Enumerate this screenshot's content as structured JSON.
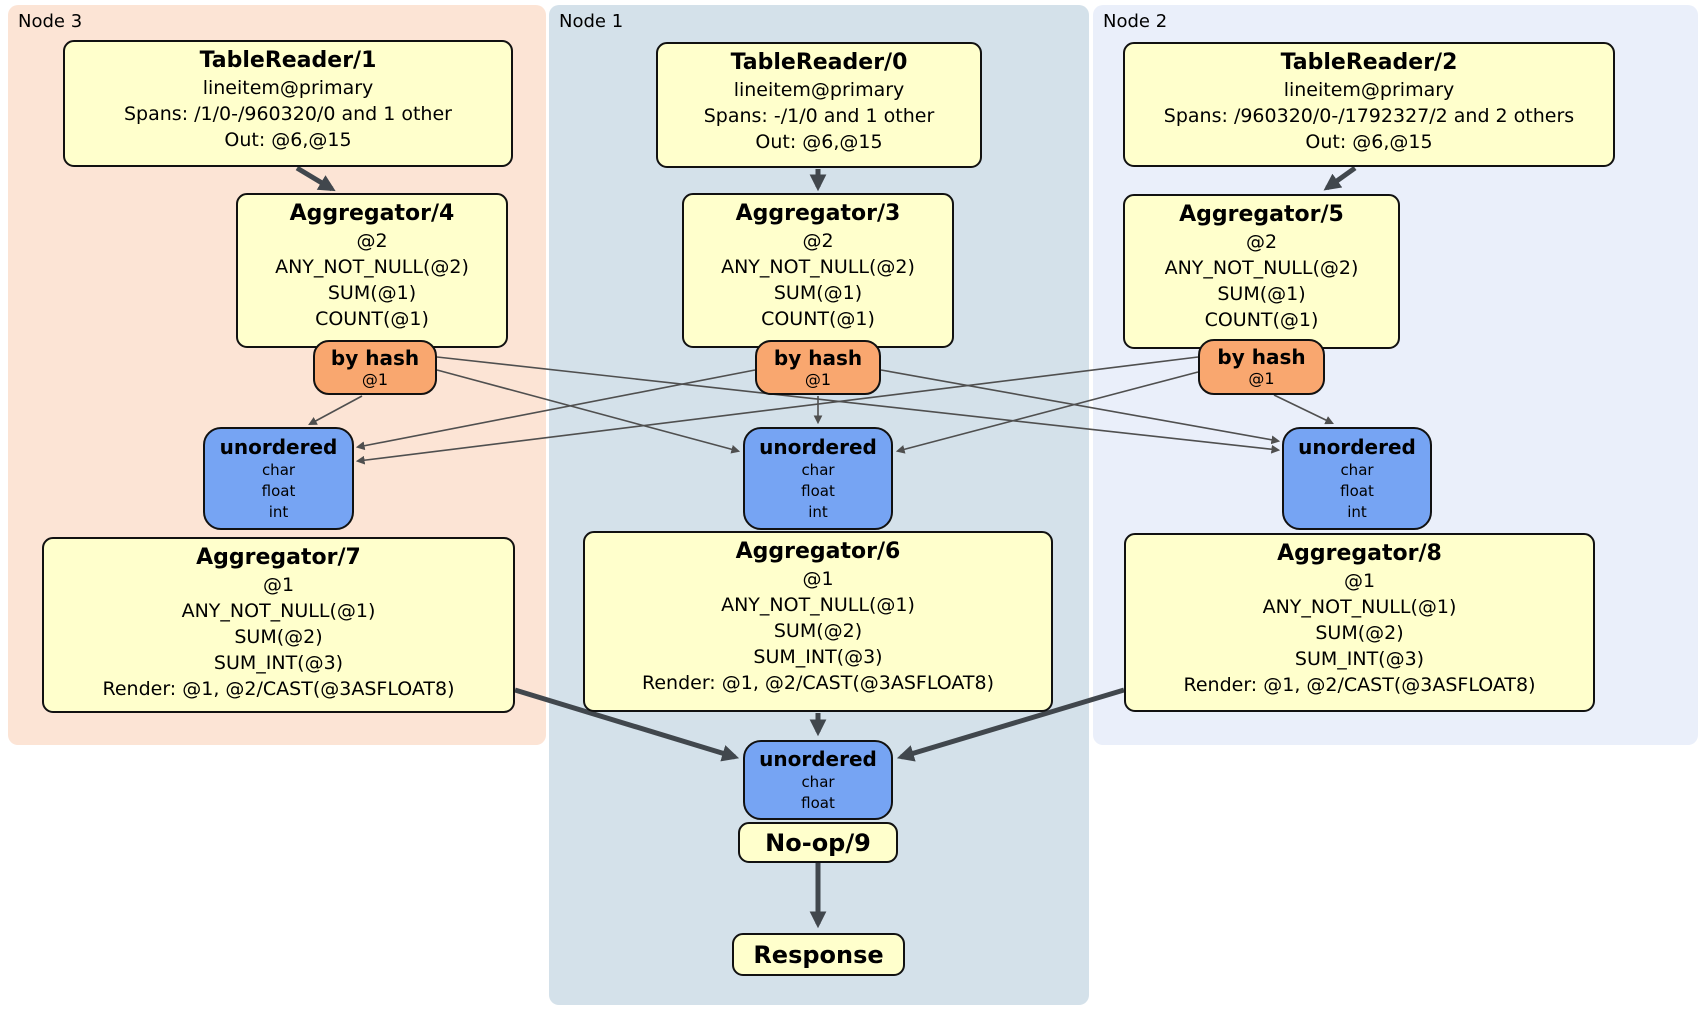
{
  "regions": [
    {
      "label": "Node 3"
    },
    {
      "label": "Node 1"
    },
    {
      "label": "Node 2"
    }
  ],
  "boxes": {
    "tr1": {
      "title": "TableReader/1",
      "lines": [
        "lineitem@primary",
        "Spans: /1/0-/960320/0 and 1 other",
        "Out: @6,@15"
      ]
    },
    "tr0": {
      "title": "TableReader/0",
      "lines": [
        "lineitem@primary",
        "Spans: -/1/0 and 1 other",
        "Out: @6,@15"
      ]
    },
    "tr2": {
      "title": "TableReader/2",
      "lines": [
        "lineitem@primary",
        "Spans: /960320/0-/1792327/2 and 2 others",
        "Out: @6,@15"
      ]
    },
    "agg4": {
      "title": "Aggregator/4",
      "lines": [
        "@2",
        "ANY_NOT_NULL(@2)",
        "SUM(@1)",
        "COUNT(@1)"
      ]
    },
    "agg3": {
      "title": "Aggregator/3",
      "lines": [
        "@2",
        "ANY_NOT_NULL(@2)",
        "SUM(@1)",
        "COUNT(@1)"
      ]
    },
    "agg5": {
      "title": "Aggregator/5",
      "lines": [
        "@2",
        "ANY_NOT_NULL(@2)",
        "SUM(@1)",
        "COUNT(@1)"
      ]
    },
    "router4": {
      "title": "by hash",
      "lines": [
        "@1"
      ]
    },
    "router3": {
      "title": "by hash",
      "lines": [
        "@1"
      ]
    },
    "router5": {
      "title": "by hash",
      "lines": [
        "@1"
      ]
    },
    "sync_left": {
      "title": "unordered",
      "lines": [
        "char",
        "float",
        "int"
      ]
    },
    "sync_center": {
      "title": "unordered",
      "lines": [
        "char",
        "float",
        "int"
      ]
    },
    "sync_right": {
      "title": "unordered",
      "lines": [
        "char",
        "float",
        "int"
      ]
    },
    "agg7": {
      "title": "Aggregator/7",
      "lines": [
        "@1",
        "ANY_NOT_NULL(@1)",
        "SUM(@2)",
        "SUM_INT(@3)",
        "Render: @1, @2/CAST(@3ASFLOAT8)"
      ]
    },
    "agg6": {
      "title": "Aggregator/6",
      "lines": [
        "@1",
        "ANY_NOT_NULL(@1)",
        "SUM(@2)",
        "SUM_INT(@3)",
        "Render: @1, @2/CAST(@3ASFLOAT8)"
      ]
    },
    "agg8": {
      "title": "Aggregator/8",
      "lines": [
        "@1",
        "ANY_NOT_NULL(@1)",
        "SUM(@2)",
        "SUM_INT(@3)",
        "Render: @1, @2/CAST(@3ASFLOAT8)"
      ]
    },
    "sync_final": {
      "title": "unordered",
      "lines": [
        "char",
        "float"
      ]
    },
    "noop": {
      "title": "No-op/9"
    },
    "response": {
      "title": "Response"
    }
  },
  "colors": {
    "node3_bg": "#fce4d5",
    "node1_bg": "#d4e1ea",
    "node2_bg": "#eaeffa",
    "processor_bg": "#ffffcc",
    "router_bg": "#f9a76f",
    "sync_bg": "#76a4f3",
    "edge_thin": "#4f4f4f",
    "edge_thick": "#41474d"
  }
}
